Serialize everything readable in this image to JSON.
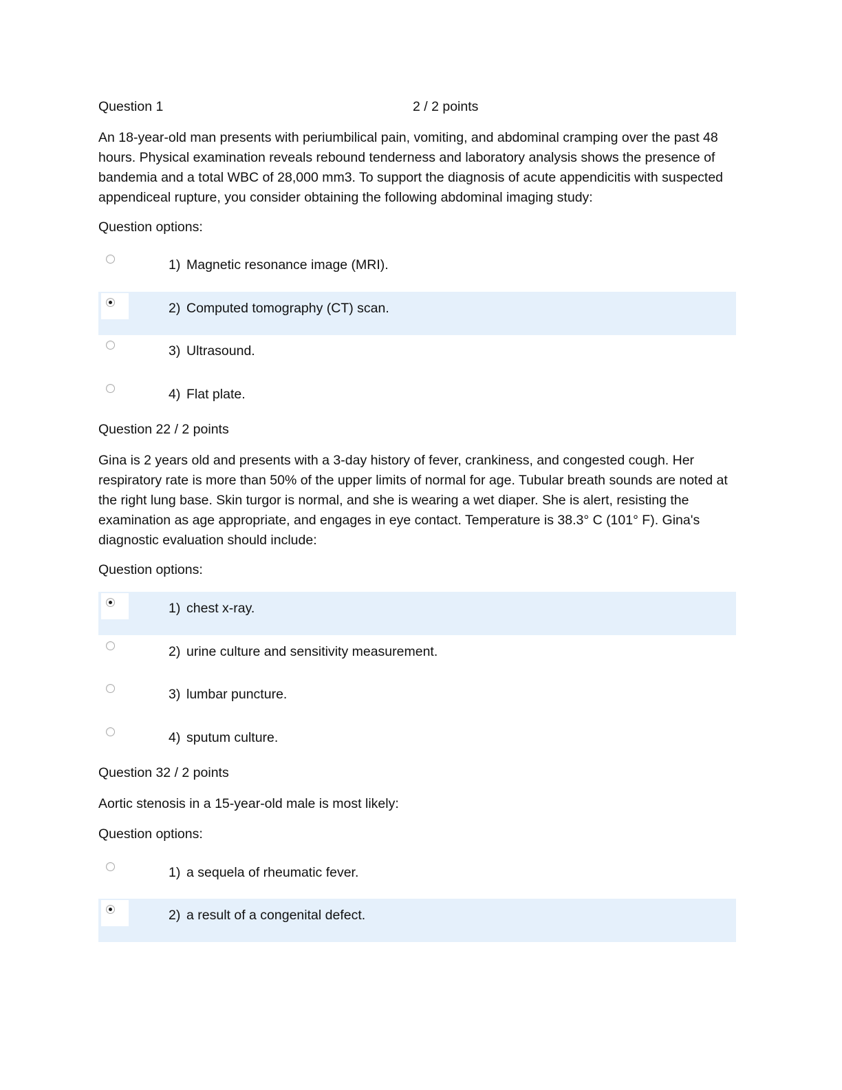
{
  "q1": {
    "label": "Question 1",
    "score": "2 / 2 points",
    "text": "An 18-year-old man presents with periumbilical pain, vomiting, and abdominal cramping over the past 48 hours. Physical examination reveals rebound tenderness and laboratory analysis shows the presence of bandemia and a total WBC of 28,000 mm3. To support the diagnosis of acute appendicitis with suspected appendiceal rupture, you consider obtaining the following abdominal imaging study:",
    "options_label": "Question options:",
    "options": [
      {
        "num": "1)",
        "text": "Magnetic resonance image (MRI).",
        "selected": false
      },
      {
        "num": "2)",
        "text": "Computed tomography (CT) scan.",
        "selected": true
      },
      {
        "num": "3)",
        "text": "Ultrasound.",
        "selected": false
      },
      {
        "num": "4)",
        "text": "Flat plate.",
        "selected": false
      }
    ]
  },
  "q2": {
    "heading": "Question 22 / 2 points",
    "text": "Gina is 2 years old and presents with a 3-day history of fever, crankiness, and congested cough. Her respiratory rate is more than 50% of the upper limits of normal for age. Tubular breath sounds are noted at the right lung base. Skin turgor is normal, and she is wearing a wet diaper. She is alert, resisting the examination as age appropriate, and engages in eye contact. Temperature is 38.3° C (101° F). Gina's diagnostic evaluation should include:",
    "options_label": "Question options:",
    "options": [
      {
        "num": "1)",
        "text": "chest x-ray.",
        "selected": true
      },
      {
        "num": "2)",
        "text": "urine culture and sensitivity measurement.",
        "selected": false
      },
      {
        "num": "3)",
        "text": "lumbar puncture.",
        "selected": false
      },
      {
        "num": "4)",
        "text": "sputum culture.",
        "selected": false
      }
    ]
  },
  "q3": {
    "heading": "Question 32 / 2 points",
    "text": "Aortic stenosis in a 15-year-old male is most likely:",
    "options_label": "Question options:",
    "options": [
      {
        "num": "1)",
        "text": "a sequela of rheumatic fever.",
        "selected": false
      },
      {
        "num": "2)",
        "text": "a result of a congenital defect.",
        "selected": true
      }
    ]
  },
  "colors": {
    "selected_row_bg": "#e5f0fb",
    "text": "#111111"
  }
}
